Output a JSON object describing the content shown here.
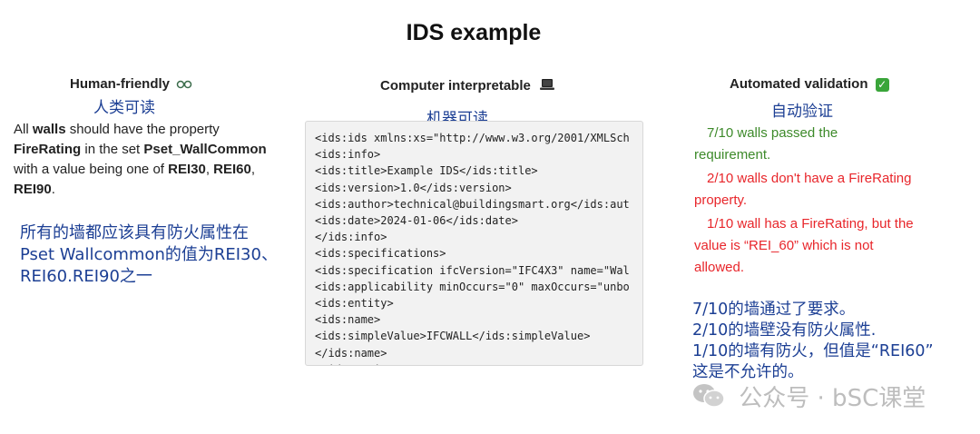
{
  "title": "IDS example",
  "columns": {
    "human": {
      "heading": "Human-friendly",
      "heading_zh": "人类可读",
      "text": {
        "p1": "All ",
        "walls": "walls",
        "p2": " should have the property ",
        "fire_rating": "FireRating",
        "p3": " in the set ",
        "pset": "Pset_WallCommon",
        "p4": " with a value being one of ",
        "rei30": "REI30",
        "sep1": ", ",
        "rei60": "REI60",
        "sep2": ", ",
        "rei90": "REI90",
        "end": "."
      },
      "note_zh": [
        "所有的墙都应该具有防火属性在",
        "Pset Wallcommon的值为REI30、",
        "REI60.REI90之一"
      ]
    },
    "computer": {
      "heading": "Computer interpretable",
      "heading_zh": "机器可读",
      "code_lines": [
        "<ids:ids xmlns:xs=\"http://www.w3.org/2001/XMLSch",
        "<ids:info>",
        "<ids:title>Example IDS</ids:title>",
        "<ids:version>1.0</ids:version>",
        "<ids:author>technical@buildingsmart.org</ids:aut",
        "<ids:date>2024-01-06</ids:date>",
        "</ids:info>",
        "<ids:specifications>",
        "<ids:specification ifcVersion=\"IFC4X3\" name=\"Wal",
        "<ids:applicability minOccurs=\"0\" maxOccurs=\"unbo",
        "<ids:entity>",
        "<ids:name>",
        "<ids:simpleValue>IFCWALL</ids:simpleValue>",
        "</ids:name>",
        "</ids:entity>"
      ]
    },
    "automated": {
      "heading": "Automated validation",
      "heading_zh": "自动验证",
      "results": [
        {
          "line1": "7/10 walls passed the",
          "line2": "requirement.",
          "color": "#3d8a2a"
        },
        {
          "line1": "2/10 walls don't have a FireRating",
          "line2": "property.",
          "color": "#e8262b"
        },
        {
          "line1": "1/10 wall has a FireRating, but the",
          "line2": "value is “REI_60” which is not",
          "line3": "allowed.",
          "color": "#e8262b"
        }
      ],
      "note_zh": [
        "7/10的墙通过了要求。",
        "2/10的墙壁没有防火属性.",
        "1/10的墙有防火，但值是“REI60”",
        "这是不允许的。"
      ]
    }
  },
  "watermark": "公众号 · bSC课堂",
  "icons": {
    "human": "glasses-icon",
    "computer": "laptop-icon",
    "automated": "check-box-icon",
    "watermark": "wechat-icon"
  }
}
